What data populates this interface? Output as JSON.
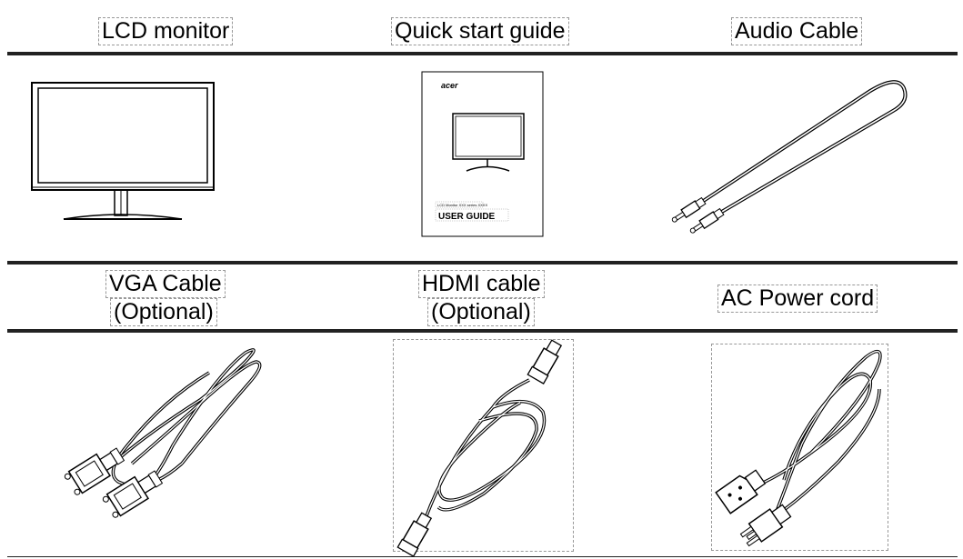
{
  "row1": {
    "items": [
      {
        "label": "LCD monitor",
        "icon": "lcd-monitor-icon"
      },
      {
        "label": "Quick start guide",
        "icon": "quick-start-guide-icon"
      },
      {
        "label": "Audio Cable",
        "icon": "audio-cable-icon"
      }
    ]
  },
  "guide": {
    "brand": "acer",
    "subtitle": "LCD Monitor  XXX series XXXX",
    "title": "USER GUIDE"
  },
  "row2": {
    "items": [
      {
        "label_line1": "VGA Cable",
        "label_line2": "(Optional)",
        "icon": "vga-cable-icon"
      },
      {
        "label_line1": "HDMI cable",
        "label_line2": "(Optional)",
        "icon": "hdmi-cable-icon"
      },
      {
        "label": "AC Power cord",
        "icon": "ac-power-cord-icon"
      }
    ]
  }
}
